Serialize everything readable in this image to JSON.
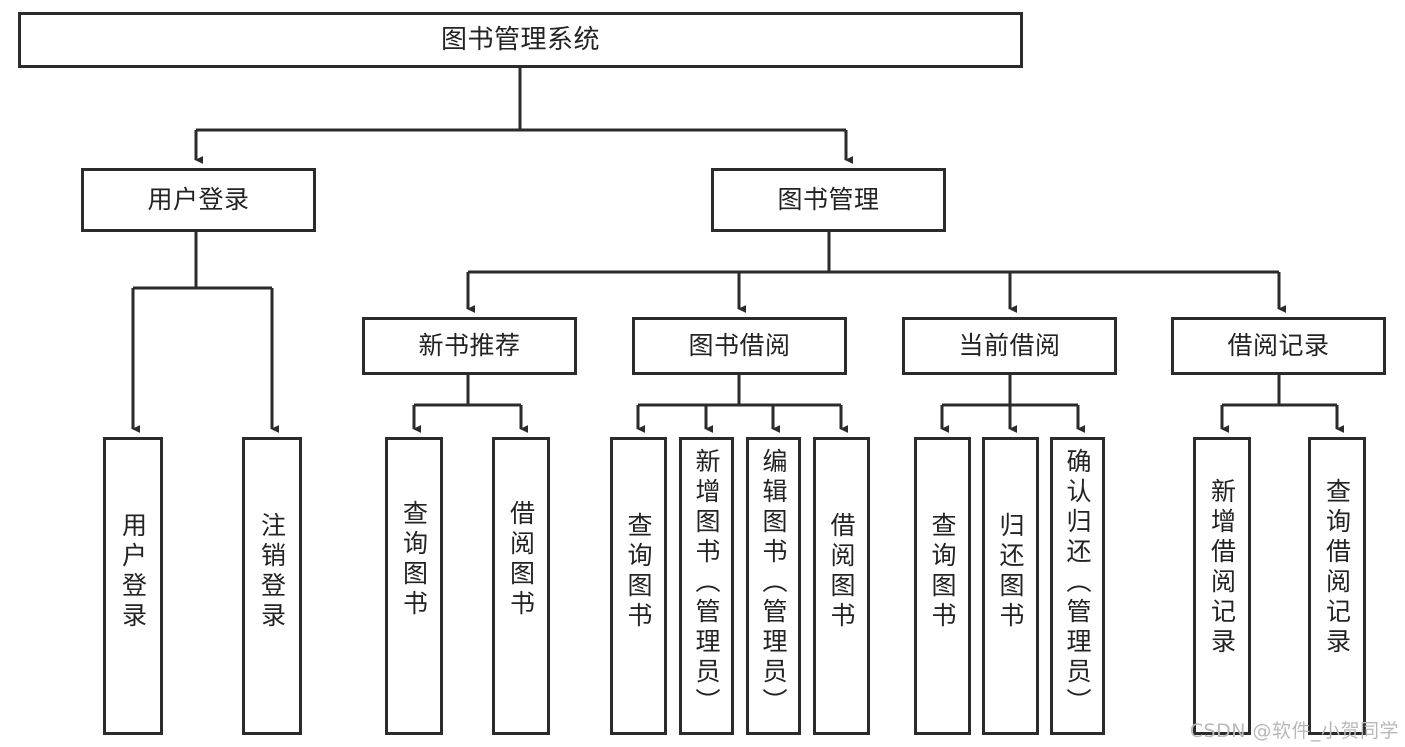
{
  "diagram": {
    "title": "图书管理系统",
    "type": "tree-hierarchy-chart",
    "watermark": "CSDN @软件_小贺同学",
    "line_color": "#2b2b2b",
    "box_fill": "#ffffff",
    "text_color": "#232323"
  },
  "nodes": {
    "root": {
      "label": "图书管理系统"
    },
    "level2": [
      {
        "label": "用户登录"
      },
      {
        "label": "图书管理"
      }
    ],
    "level3": [
      {
        "label": "新书推荐"
      },
      {
        "label": "图书借阅"
      },
      {
        "label": "当前借阅"
      },
      {
        "label": "借阅记录"
      }
    ],
    "leaves": {
      "user_login": [
        {
          "label": "用户登录"
        },
        {
          "label": "注销登录"
        }
      ],
      "new_book": [
        {
          "label": "查询图书"
        },
        {
          "label": "借阅图书"
        }
      ],
      "book_borrow": [
        {
          "label": "查询图书"
        },
        {
          "label": "新增图书（管理员）"
        },
        {
          "label": "编辑图书（管理员）"
        },
        {
          "label": "借阅图书"
        }
      ],
      "current_borrow": [
        {
          "label": "查询图书"
        },
        {
          "label": "归还图书"
        },
        {
          "label": "确认归还（管理员）"
        }
      ],
      "borrow_record": [
        {
          "label": "新增借阅记录"
        },
        {
          "label": "查询借阅记录"
        }
      ]
    }
  }
}
